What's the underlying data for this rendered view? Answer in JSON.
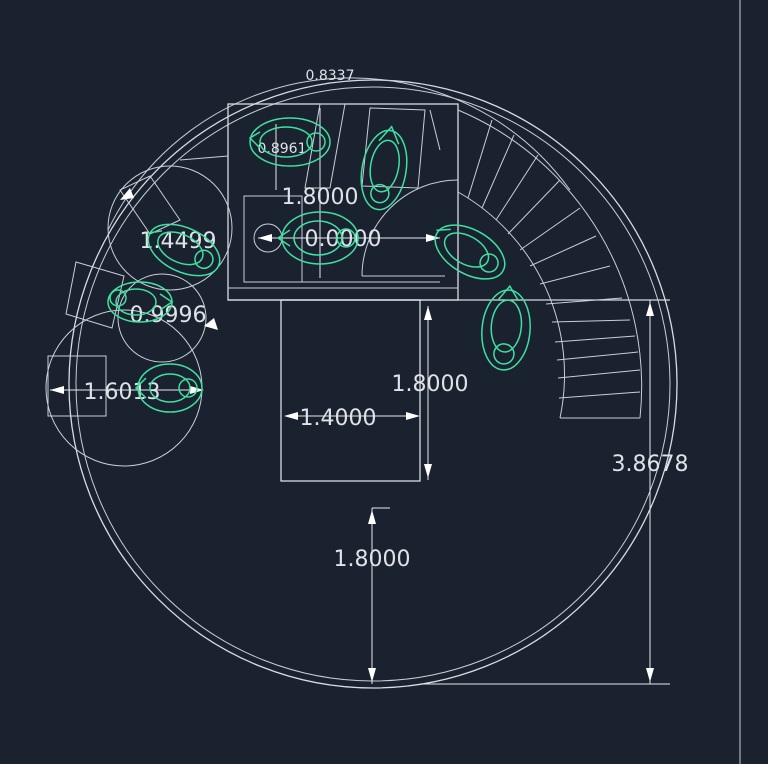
{
  "dimensions": {
    "top_width": "0.8337",
    "wc_dim": "0.8961",
    "room_depth": "1.8000",
    "shower_dim": "0.0000",
    "seat_left_upper": "1.4499",
    "seat_left_mid": "0.9996",
    "seat_left_lower": "1.6013",
    "lift_width": "1.4000",
    "lift_depth": "1.8000",
    "radius_right": "3.8678",
    "radius_bottom": "1.8000"
  },
  "colors": {
    "background": "#1a2230",
    "lines": "#d8dce2",
    "figures": "#3fe0a0"
  }
}
